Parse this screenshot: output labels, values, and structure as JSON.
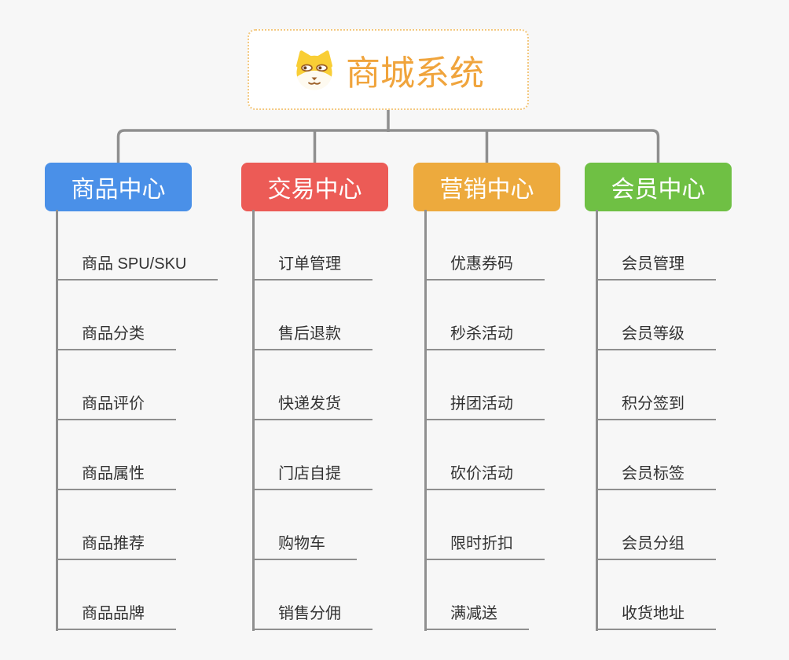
{
  "canvas": {
    "background": "#f7f7f7"
  },
  "root": {
    "label": "商城系统",
    "icon": "dog-icon",
    "text_color": "#f0a43c",
    "border_color": "#f3c87f"
  },
  "connector_color": "#8f8f8f",
  "leaf_line_color": "#8f8f8f",
  "leaf_text_color": "#333333",
  "branches": [
    {
      "label": "商品中心",
      "color": "#4a90e8",
      "children": [
        "商品 SPU/SKU",
        "商品分类",
        "商品评价",
        "商品属性",
        "商品推荐",
        "商品品牌"
      ]
    },
    {
      "label": "交易中心",
      "color": "#ec5b56",
      "children": [
        "订单管理",
        "售后退款",
        "快递发货",
        "门店自提",
        "购物车",
        "销售分佣"
      ]
    },
    {
      "label": "营销中心",
      "color": "#edaa3d",
      "children": [
        "优惠券码",
        "秒杀活动",
        "拼团活动",
        "砍价活动",
        "限时折扣",
        "满减送"
      ]
    },
    {
      "label": "会员中心",
      "color": "#6fc044",
      "children": [
        "会员管理",
        "会员等级",
        "积分签到",
        "会员标签",
        "会员分组",
        "收货地址"
      ]
    }
  ]
}
